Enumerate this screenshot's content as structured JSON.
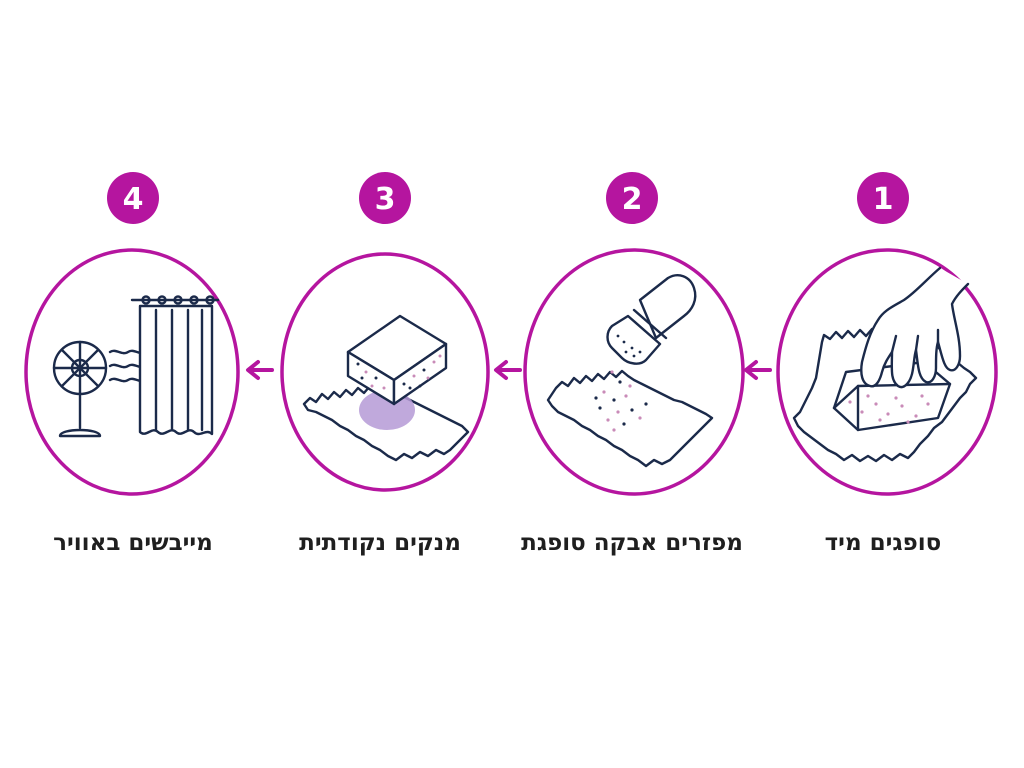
{
  "colors": {
    "accent": "#b5159f",
    "ink": "#1b2a4a",
    "stain": "#b59ad6",
    "speck": "#c98bb8"
  },
  "steps": [
    {
      "number": "1",
      "label": "סופגים מיד",
      "icon": "hand-pressing-sponge-icon"
    },
    {
      "number": "2",
      "label": "מפזרים אבקה סופגת",
      "icon": "powder-shaker-icon"
    },
    {
      "number": "3",
      "label": "מנקים נקודתית",
      "icon": "sponge-on-stain-icon"
    },
    {
      "number": "4",
      "label": "מייבשים באוויר",
      "icon": "fan-and-curtain-icon"
    }
  ]
}
